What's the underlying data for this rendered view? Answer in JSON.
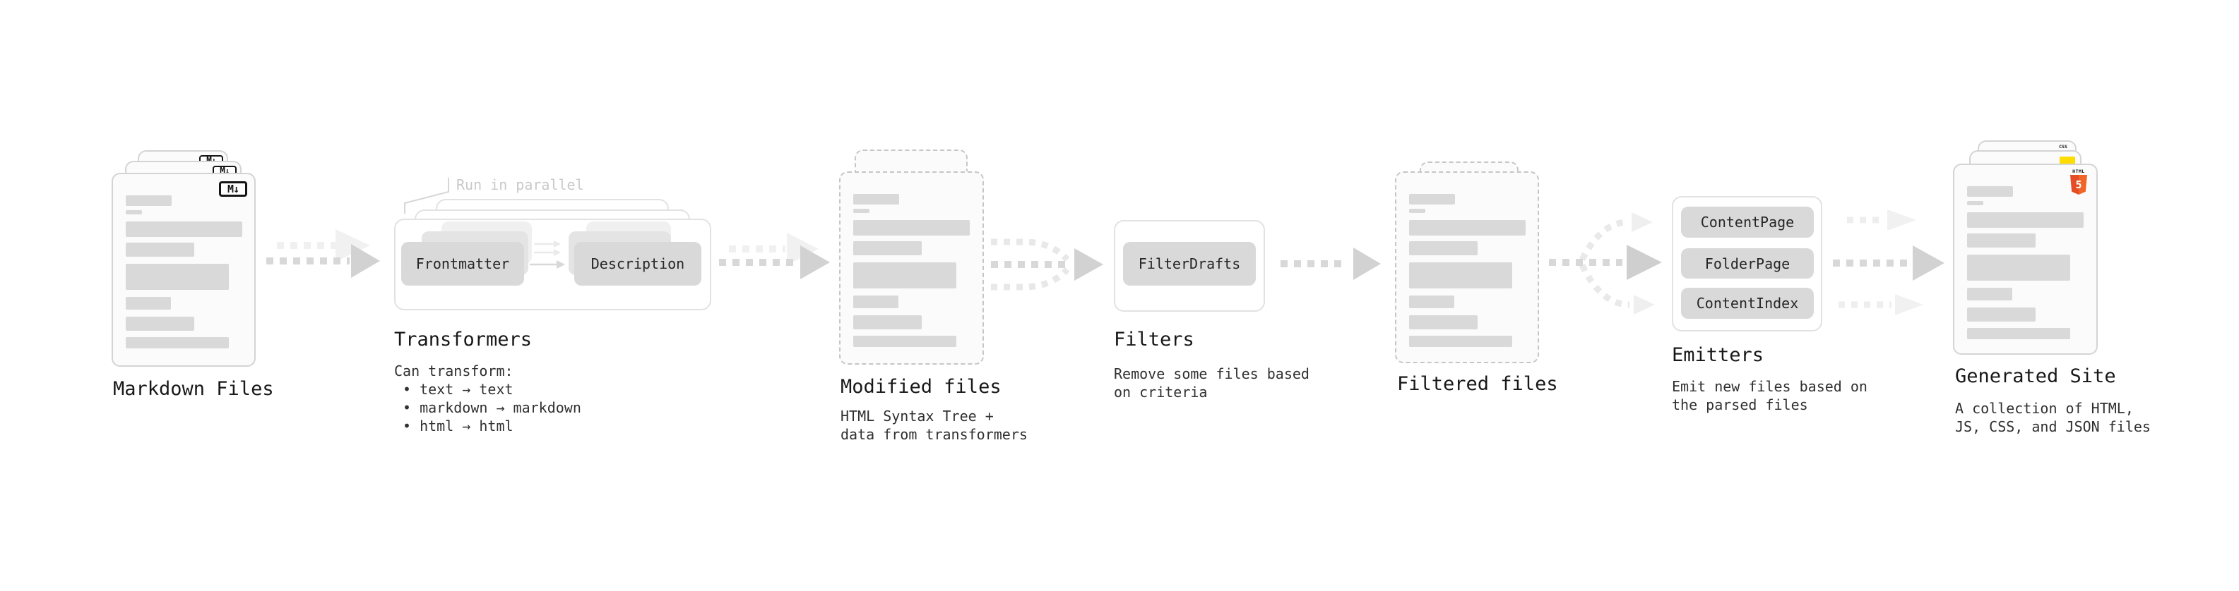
{
  "stages": {
    "markdown_files": {
      "label": "Markdown Files",
      "badge": "M↓"
    },
    "transformers": {
      "label": "Transformers",
      "callout": "Run in parallel",
      "pill_frontmatter": "Frontmatter",
      "pill_description": "Description",
      "note_title": "Can transform:",
      "bullets": [
        "• text → text",
        "• markdown → markdown",
        "• html → html"
      ]
    },
    "modified_files": {
      "label": "Modified files",
      "subtitle": "HTML Syntax Tree +\ndata from transformers"
    },
    "filters": {
      "label": "Filters",
      "pill": "FilterDrafts",
      "subtitle": "Remove some files based\non criteria"
    },
    "filtered_files": {
      "label": "Filtered files"
    },
    "emitters": {
      "label": "Emitters",
      "pills": [
        "ContentPage",
        "FolderPage",
        "ContentIndex"
      ],
      "subtitle": "Emit new files based on\nthe parsed files"
    },
    "generated_site": {
      "label": "Generated Site",
      "subtitle": "A collection of HTML,\nJS, CSS, and JSON files",
      "badge_css": "CSS",
      "badge_html": "HTML",
      "badge_html5_number": "5"
    }
  },
  "colors": {
    "html5_orange": "#e44d26",
    "js_yellow": "#ffdd00",
    "css_blue": "#2965f1",
    "pill_gray": "#d9d9d9",
    "arrow_gray": "#d6d6d6"
  }
}
